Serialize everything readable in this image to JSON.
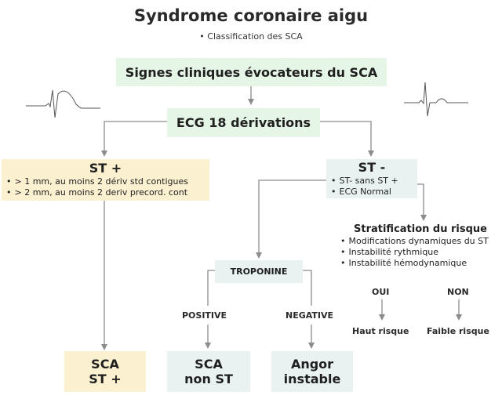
{
  "title": "Syndrome coronaire aigu",
  "subtitle": "Classification des SCA",
  "nodes": {
    "clinical": "Signes cliniques évocateurs du SCA",
    "ecg": "ECG 18 dérivations",
    "st_plus": {
      "title": "ST +",
      "bullets": [
        "> 1 mm, au moins 2 dériv std contigues",
        "> 2 mm, au moins 2 deriv precord. cont"
      ]
    },
    "st_minus": {
      "title": "ST -",
      "bullets": [
        "ST- sans ST +",
        "ECG Normal"
      ]
    },
    "stratification": {
      "title": "Stratification du risque",
      "bullets": [
        "Modifications dynamiques du ST",
        "Instabilité rythmique",
        "Instabilité hémodynamique"
      ]
    },
    "troponine": "TROPONINE",
    "positive": "POSITIVE",
    "negative": "NEGATIVE",
    "oui": "OUI",
    "non": "NON",
    "haut_risque": "Haut risque",
    "faible_risque": "Faible risque",
    "sca_st_plus": [
      "SCA",
      "ST +"
    ],
    "sca_non_st": [
      "SCA",
      "non ST"
    ],
    "angor": [
      "Angor",
      "instable"
    ]
  },
  "colors": {
    "green_box": "#e6f6e6",
    "yellow_box": "#fbf0cf",
    "grey_box": "#e9f1f1",
    "arrow": "#8c8c8c"
  },
  "icons": [
    "ecg-waveform-st-elevation-icon",
    "ecg-waveform-normal-icon"
  ]
}
